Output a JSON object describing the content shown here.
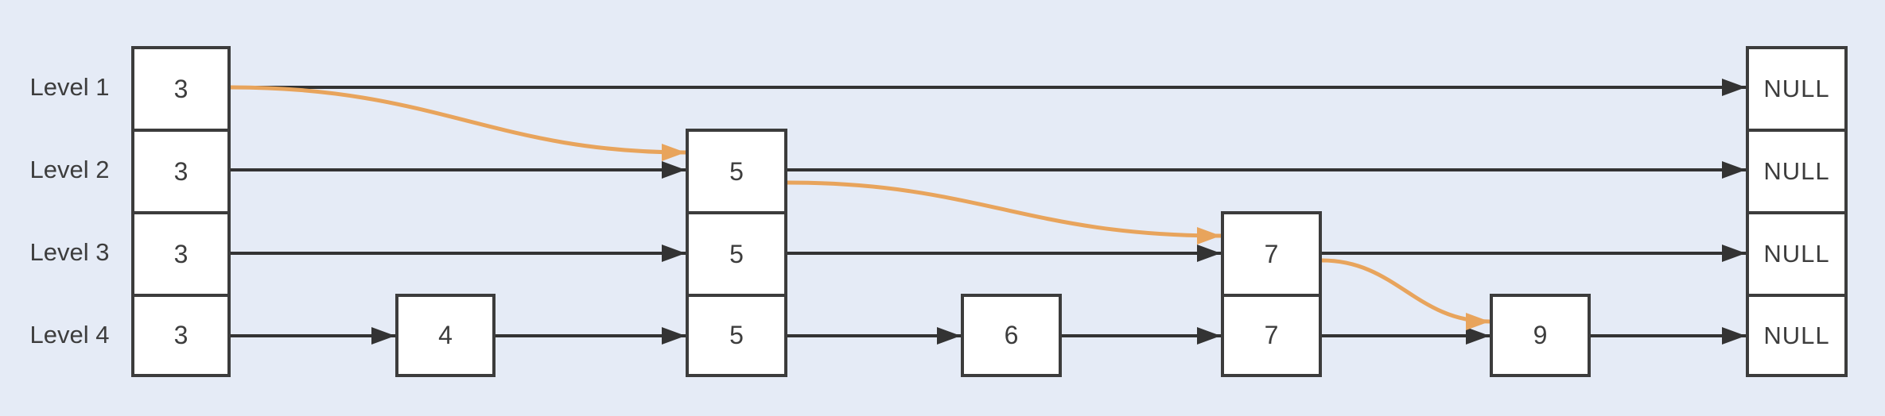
{
  "diagram_type": "skip-list",
  "colors": {
    "background": "#e5ebf6",
    "node_fill": "#ffffff",
    "node_border": "#3c3c3c",
    "text": "#3d3d3d",
    "arrow": "#333333",
    "highlight": "#e8a45c"
  },
  "levels": [
    {
      "label": "Level 1",
      "nodes": [
        "3"
      ],
      "tail": "NULL"
    },
    {
      "label": "Level 2",
      "nodes": [
        "3",
        "5"
      ],
      "tail": "NULL"
    },
    {
      "label": "Level 3",
      "nodes": [
        "3",
        "5",
        "7"
      ],
      "tail": "NULL"
    },
    {
      "label": "Level 4",
      "nodes": [
        "3",
        "4",
        "5",
        "6",
        "7",
        "9"
      ],
      "tail": "NULL"
    }
  ],
  "search_path": [
    {
      "from": "3 at Level 1",
      "to": "5 at Level 2"
    },
    {
      "from": "5 at Level 2",
      "to": "7 at Level 3"
    },
    {
      "from": "7 at Level 3",
      "to": "9 at Level 4"
    }
  ]
}
